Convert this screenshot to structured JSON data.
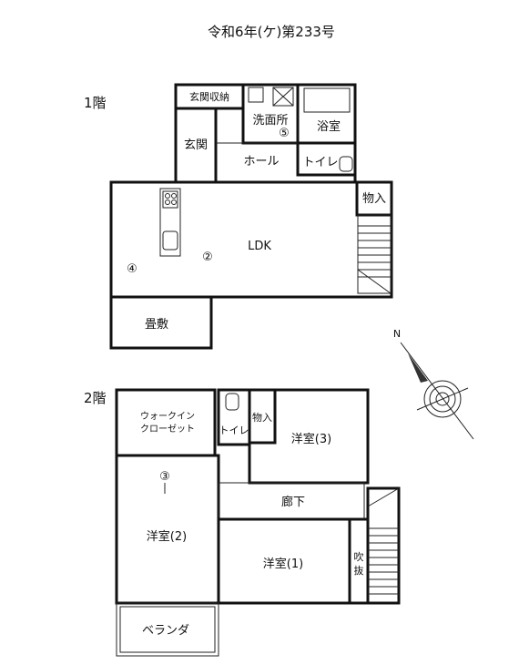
{
  "title": "令和6年(ケ)第233号",
  "floor1": {
    "label": "1階",
    "rooms": {
      "genkan_storage": "玄関収納",
      "washroom": "洗面所",
      "bath": "浴室",
      "genkan": "玄関",
      "hall": "ホール",
      "toilet": "トイレ",
      "storage": "物入",
      "ldk": "LDK",
      "tatami": "畳敷"
    },
    "markers": [
      "⑤",
      "②",
      "④"
    ]
  },
  "floor2": {
    "label": "2階",
    "rooms": {
      "walkin_line1": "ウォークイン",
      "walkin_line2": "クローゼット",
      "toilet": "トイレ",
      "storage": "物入",
      "western3": "洋室(3)",
      "corridor": "廊下",
      "western2": "洋室(2)",
      "western1": "洋室(1)",
      "void_line1": "吹",
      "void_line2": "抜",
      "veranda": "ベランダ"
    },
    "markers": [
      "③"
    ]
  },
  "compass": {
    "north": "N"
  }
}
